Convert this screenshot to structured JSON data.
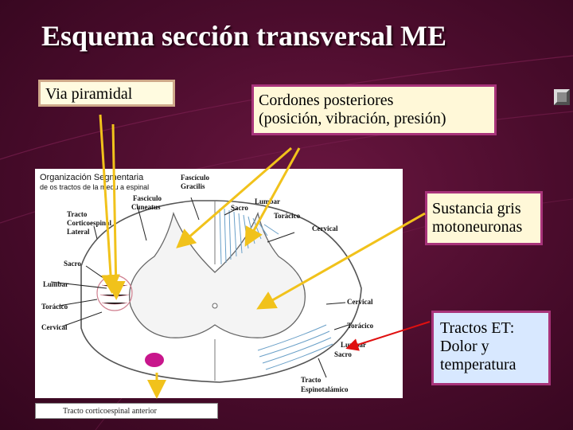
{
  "slide": {
    "title": "Esquema sección transversal ME",
    "colors": {
      "background": "#4a0c2c",
      "callout_border": "#a8337a",
      "arrow": "#f1c21b",
      "arrow_red": "#e01010",
      "cord_blue": "#6aa0c8",
      "dot": "#c8168c"
    },
    "callouts": {
      "via_piramidal": "Via piramidal",
      "cordones_1": "Cordones posteriores",
      "cordones_2": "(posición, vibración, presión)",
      "sustancia_1": "Sustancia gris",
      "sustancia_2": "motoneuronas",
      "tractos_1": "Tractos ET:",
      "tractos_2": "Dolor y",
      "tractos_3": "temperatura"
    }
  },
  "diagram": {
    "header_1": "Organización Segmentaria",
    "header_2": "de os tractos de la medu a espinal",
    "labels": {
      "fasciculo_gracilis_1": "Fascículo",
      "fasciculo_gracilis_2": "Gracilis",
      "fasciculo_cuneatus_1": "Fasciculo",
      "fasciculo_cuneatus_2": "Cuneatus",
      "tracto_cs_1": "Tracto",
      "tracto_cs_2": "Corticoespinal",
      "tracto_cs_3": "Lateral",
      "sacro_left": "Sacro",
      "lumbar_left": "Lumbar",
      "toracico_left": "Torácico",
      "cervical_left": "Cervical",
      "sacro_top": "Sacro",
      "lumbar_top": "Lumbar",
      "toracico_top": "Torácico",
      "cervical_top": "Cervical",
      "cervical_right": "Cervical",
      "toracico_right": "Torácico",
      "lumbar_right": "Lumbar",
      "sacro_right": "Sacro",
      "tracto_esp_1": "Tracto",
      "tracto_esp_2": "Espinotalámico"
    },
    "caption": "Tracto corticoespinal anterior"
  }
}
